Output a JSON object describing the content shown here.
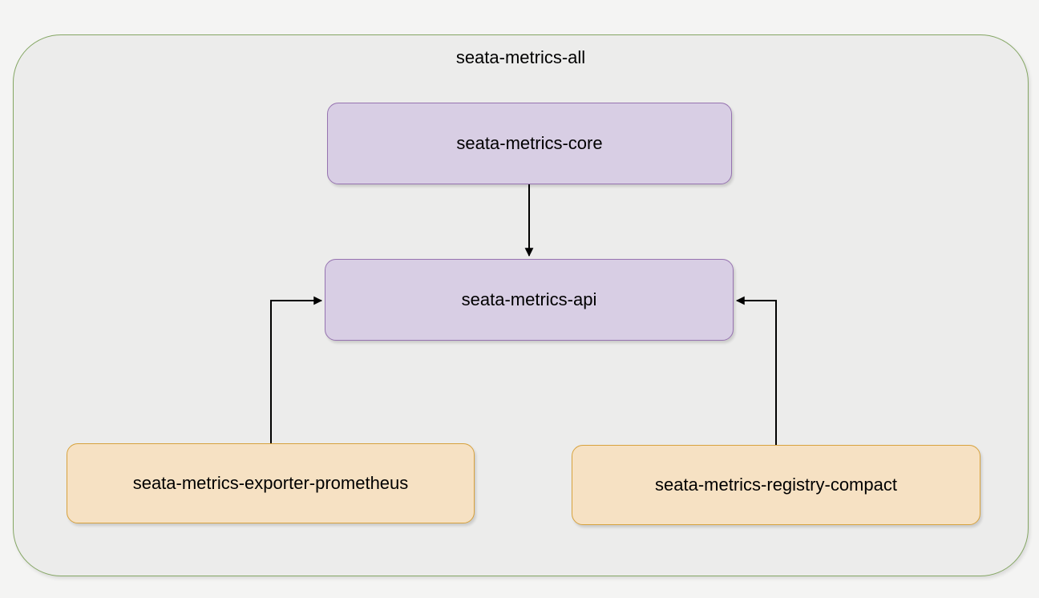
{
  "diagram": {
    "container": {
      "label": "seata-metrics-all",
      "border_color": "#84a663",
      "fill_color": "#ececeb"
    },
    "nodes": [
      {
        "id": "seata-metrics-core",
        "label": "seata-metrics-core",
        "fill": "#d8cee4",
        "border": "#9673b0"
      },
      {
        "id": "seata-metrics-api",
        "label": "seata-metrics-api",
        "fill": "#d8cee4",
        "border": "#9673b0"
      },
      {
        "id": "seata-metrics-exporter-prometheus",
        "label": "seata-metrics-exporter-prometheus",
        "fill": "#f6e1c3",
        "border": "#d7a23d"
      },
      {
        "id": "seata-metrics-registry-compact",
        "label": "seata-metrics-registry-compact",
        "fill": "#f6e1c3",
        "border": "#d7a23d"
      }
    ],
    "edges": [
      {
        "from": "seata-metrics-core",
        "to": "seata-metrics-api",
        "direction": "down"
      },
      {
        "from": "seata-metrics-exporter-prometheus",
        "to": "seata-metrics-api",
        "direction": "up-then-right"
      },
      {
        "from": "seata-metrics-registry-compact",
        "to": "seata-metrics-api",
        "direction": "up-then-left"
      }
    ],
    "edge_color": "#000000"
  }
}
